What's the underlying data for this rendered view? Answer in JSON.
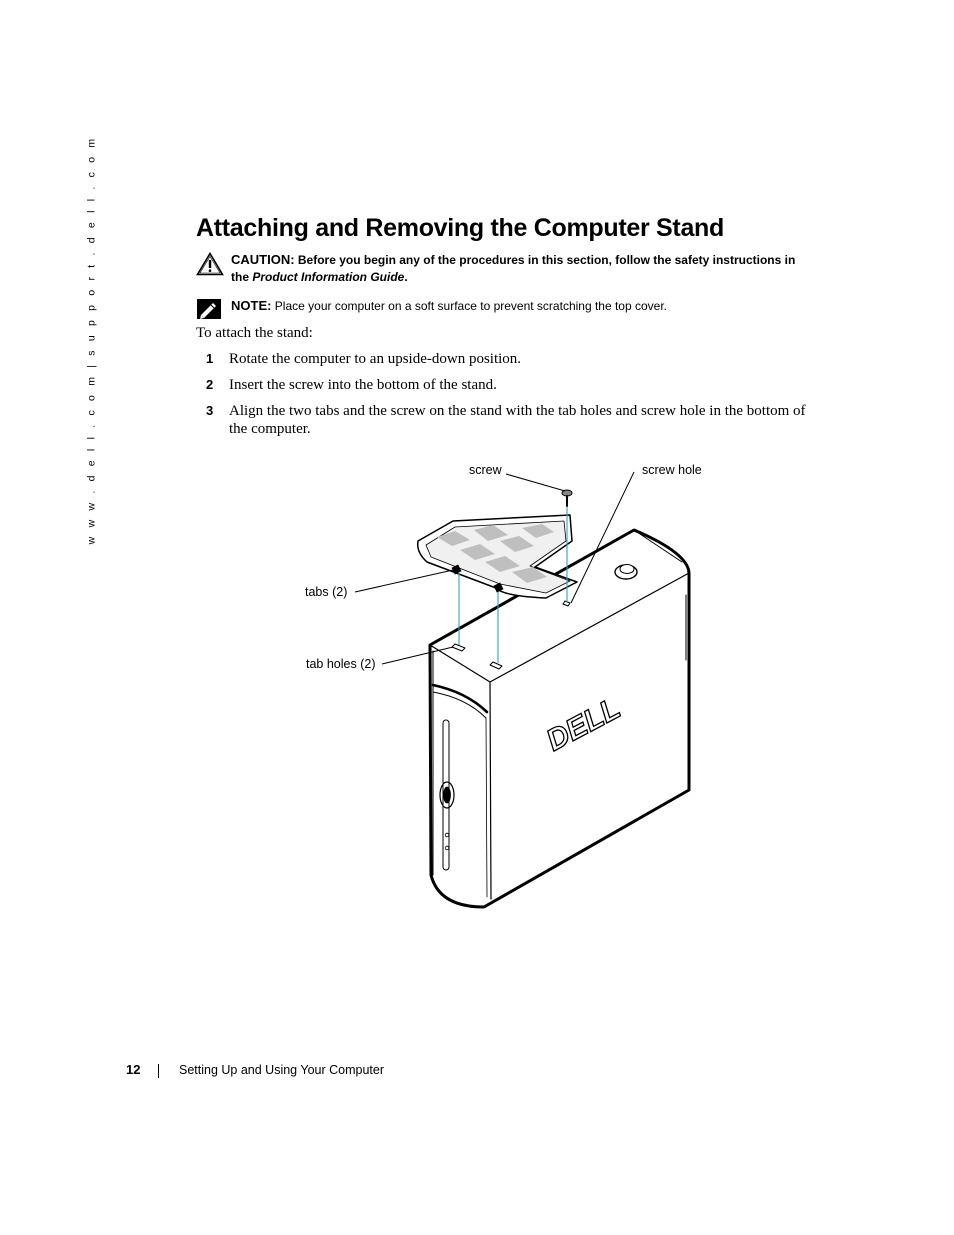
{
  "sidebar_url": "w w w . d e l l . c o m  |  s u p p o r t . d e l l . c o m",
  "title": "Attaching and Removing the Computer Stand",
  "caution": {
    "label": "CAUTION:",
    "text": "Before you begin any of the procedures in this section, follow the safety instructions in the",
    "guide": "Product Information Guide",
    "end": "."
  },
  "note": {
    "label": "NOTE:",
    "text": "Place your computer on a soft surface to prevent scratching the top cover."
  },
  "intro": "To attach the stand:",
  "steps": [
    {
      "num": "1",
      "text": "Rotate the computer to an upside-down position."
    },
    {
      "num": "2",
      "text": "Insert the screw into the bottom of the stand."
    },
    {
      "num": "3",
      "text": "Align the two tabs and the screw on the stand with the tab holes and screw hole in the bottom of the computer."
    }
  ],
  "figure": {
    "labels": {
      "screw": "screw",
      "screw_hole": "screw hole",
      "tabs": "tabs (2)",
      "tab_holes": "tab holes (2)"
    },
    "logo": "DELL"
  },
  "footer": {
    "page": "12",
    "section": "Setting Up and Using Your Computer"
  }
}
